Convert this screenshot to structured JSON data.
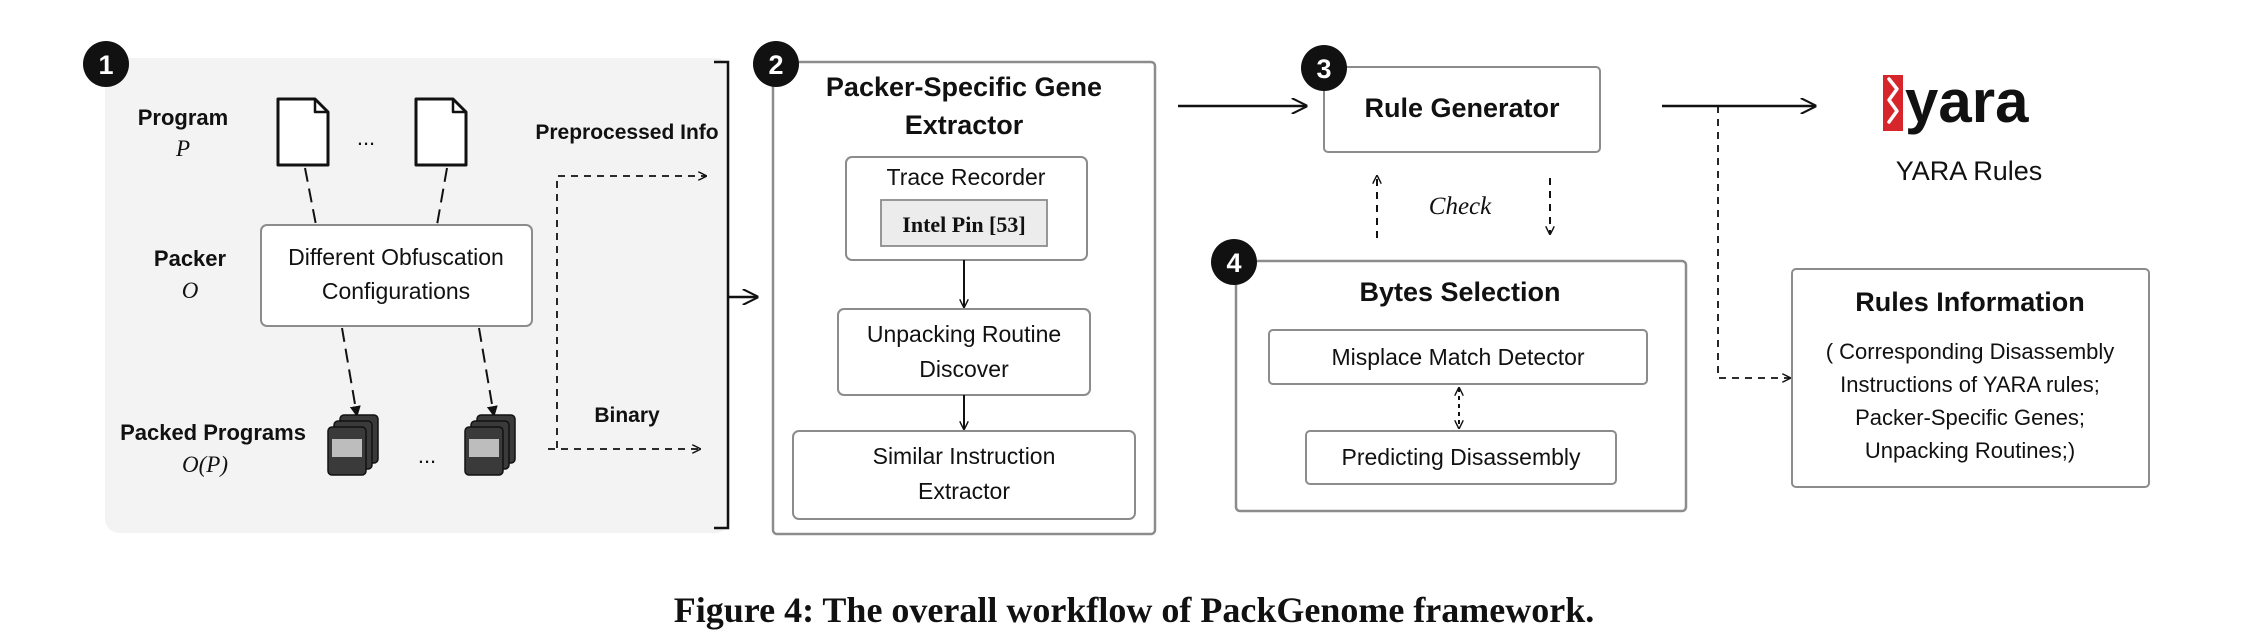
{
  "stages": {
    "s1": {
      "number": "1"
    },
    "s2": {
      "number": "2",
      "title_line1": "Packer-Specific Gene",
      "title_line2": "Extractor"
    },
    "s3": {
      "number": "3",
      "title": "Rule Generator"
    },
    "s4": {
      "number": "4",
      "title": "Bytes Selection"
    }
  },
  "panel1": {
    "program_label": "Program",
    "program_symbol": "P",
    "packer_label": "Packer",
    "packer_symbol": "O",
    "packed_label": "Packed Programs",
    "packed_symbol": "O(P)",
    "ellipsis": "...",
    "obfuscation_line1": "Different Obfuscation",
    "obfuscation_line2": "Configurations"
  },
  "flow_labels": {
    "preprocessed": "Preprocessed Info",
    "binary": "Binary",
    "check": "Check"
  },
  "extractor": {
    "trace_recorder": "Trace Recorder",
    "intel_pin": "Intel Pin [53]",
    "unpacking_line1": "Unpacking Routine",
    "unpacking_line2": "Discover",
    "similar_line1": "Similar Instruction",
    "similar_line2": "Extractor"
  },
  "bytes_selection": {
    "misplace": "Misplace Match Detector",
    "predicting": "Predicting Disassembly"
  },
  "output": {
    "logo_text": "yara",
    "yara_rules": "YARA Rules",
    "rules_info_title": "Rules Information",
    "rules_info_lines": [
      "( Corresponding  Disassembly",
      "Instructions of YARA rules;",
      "Packer-Specific Genes;",
      "Unpacking Routines;)"
    ]
  },
  "caption": "Figure 4:  The overall workflow of PackGenome framework.",
  "colors": {
    "panel_bg": "#f3f3f3",
    "box_border": "#8c8c8c",
    "logo_red": "#d7262b",
    "text": "#111111"
  }
}
